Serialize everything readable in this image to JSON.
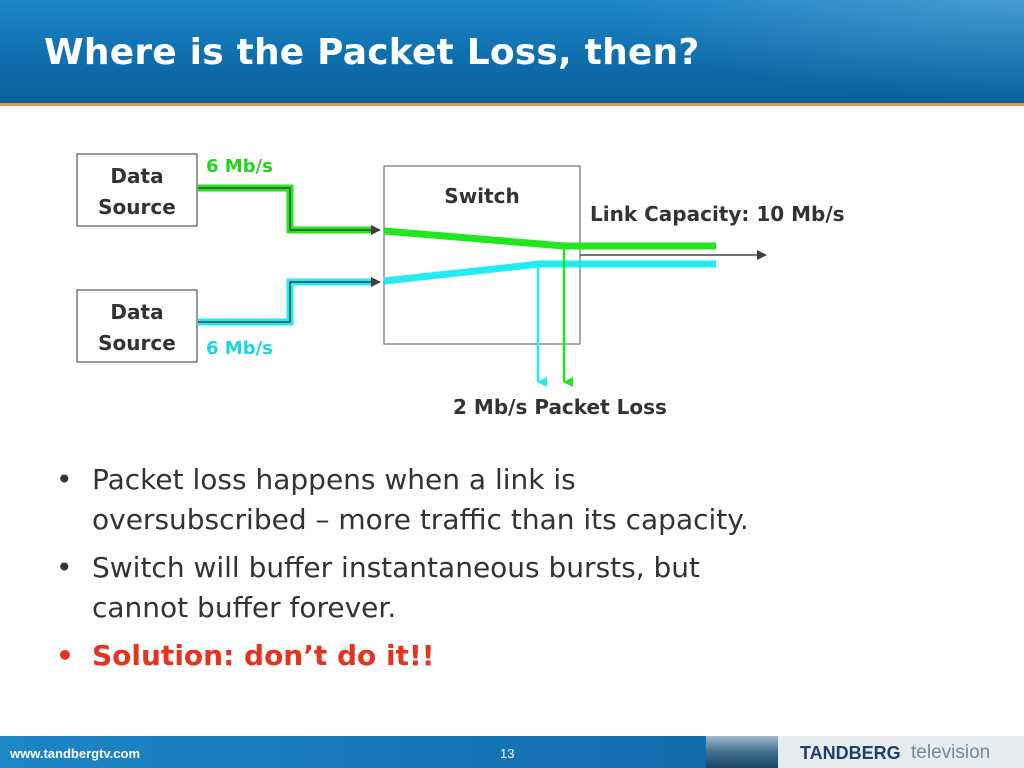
{
  "header": {
    "title": "Where is the Packet Loss, then?"
  },
  "diagram": {
    "source_top": {
      "line1": "Data",
      "line2": "Source",
      "rate": "6 Mb/s"
    },
    "source_bottom": {
      "line1": "Data",
      "line2": "Source",
      "rate": "6 Mb/s"
    },
    "switch_label": "Switch",
    "link_capacity": "Link Capacity: 10 Mb/s",
    "packet_loss": "2 Mb/s Packet Loss",
    "colors": {
      "green": "#22e61e",
      "cyan": "#22ecf2",
      "rate_top": "#1fd61c",
      "rate_bottom": "#1ad6e0"
    }
  },
  "bullets": [
    {
      "line1": "Packet loss happens when a link is",
      "line2": "oversubscribed – more traffic than its capacity."
    },
    {
      "line1": "Switch will buffer instantaneous bursts, but",
      "line2": "cannot buffer forever."
    },
    {
      "text": "Solution: don’t do it!!"
    }
  ],
  "bullet_glyph": "•",
  "footer": {
    "url": "www.tandbergtv.com",
    "page": "13",
    "logo_brand": "TANDBERG",
    "logo_suffix": "television"
  }
}
